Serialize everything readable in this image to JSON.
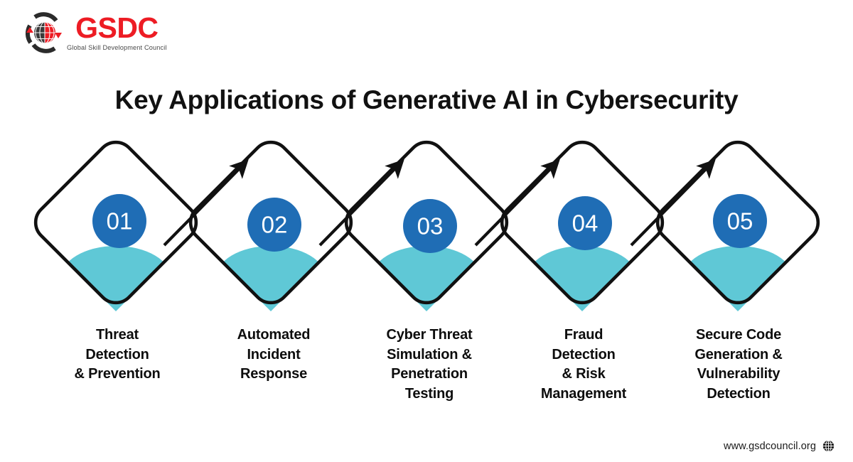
{
  "brand": {
    "name": "GSDC",
    "tagline": "Global Skill Development Council",
    "logo_icon": "globe-arrows-icon",
    "brand_color": "#ED1C24"
  },
  "title": "Key Applications of Generative AI in Cybersecurity",
  "colors": {
    "circle_blue": "#1F6DB5",
    "fill_cyan": "#5FC8D6",
    "outline_black": "#111111",
    "text_dark": "#0d0d0d",
    "background": "#ffffff"
  },
  "steps": [
    {
      "number": "01",
      "label": "Threat\nDetection\n& Prevention",
      "label_lines": [
        "Threat",
        "Detection",
        "& Prevention"
      ]
    },
    {
      "number": "02",
      "label": "Automated\nIncident\nResponse",
      "label_lines": [
        "Automated",
        "Incident",
        "Response"
      ]
    },
    {
      "number": "03",
      "label": "Cyber Threat\nSimulation &\nPenetration\nTesting",
      "label_lines": [
        "Cyber Threat",
        "Simulation &",
        "Penetration",
        "Testing"
      ]
    },
    {
      "number": "04",
      "label": "Fraud\nDetection\n& Risk\nManagement",
      "label_lines": [
        "Fraud",
        "Detection",
        "& Risk",
        "Management"
      ]
    },
    {
      "number": "05",
      "label": "Secure Code\nGeneration &\nVulnerability\nDetection",
      "label_lines": [
        "Secure Code",
        "Generation &",
        "Vulnerability",
        "Detection"
      ]
    }
  ],
  "connectors": {
    "count": 4,
    "direction": "up-right-arrow"
  },
  "footer": {
    "url": "www.gsdcouncil.org",
    "icon": "globe-icon"
  }
}
